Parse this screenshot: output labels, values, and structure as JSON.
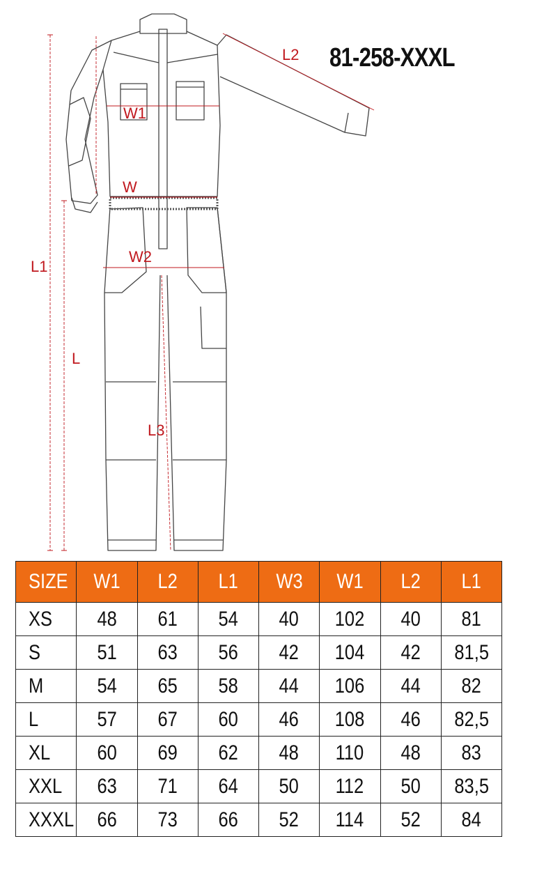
{
  "product": {
    "model_code": "81-258-XXXL"
  },
  "diagram": {
    "labels": {
      "l2": "L2",
      "w1": "W1",
      "w": "W",
      "w2": "W2",
      "l1": "L1",
      "l": "L",
      "l3": "L3"
    },
    "colors": {
      "outline": "#444444",
      "dimension": "#c0181e",
      "waistband": "#555555"
    }
  },
  "size_table": {
    "header_color": "#ee6c14",
    "headers": [
      "SIZE",
      "W1",
      "L2",
      "L1",
      "W3",
      "W1",
      "L2",
      "L1"
    ],
    "rows": [
      [
        "XS",
        "48",
        "61",
        "54",
        "40",
        "102",
        "40",
        "81"
      ],
      [
        "S",
        "51",
        "63",
        "56",
        "42",
        "104",
        "42",
        "81,5"
      ],
      [
        "M",
        "54",
        "65",
        "58",
        "44",
        "106",
        "44",
        "82"
      ],
      [
        "L",
        "57",
        "67",
        "60",
        "46",
        "108",
        "46",
        "82,5"
      ],
      [
        "XL",
        "60",
        "69",
        "62",
        "48",
        "110",
        "48",
        "83"
      ],
      [
        "XXL",
        "63",
        "71",
        "64",
        "50",
        "112",
        "50",
        "83,5"
      ],
      [
        "XXXL",
        "66",
        "73",
        "66",
        "52",
        "114",
        "52",
        "84"
      ]
    ]
  }
}
